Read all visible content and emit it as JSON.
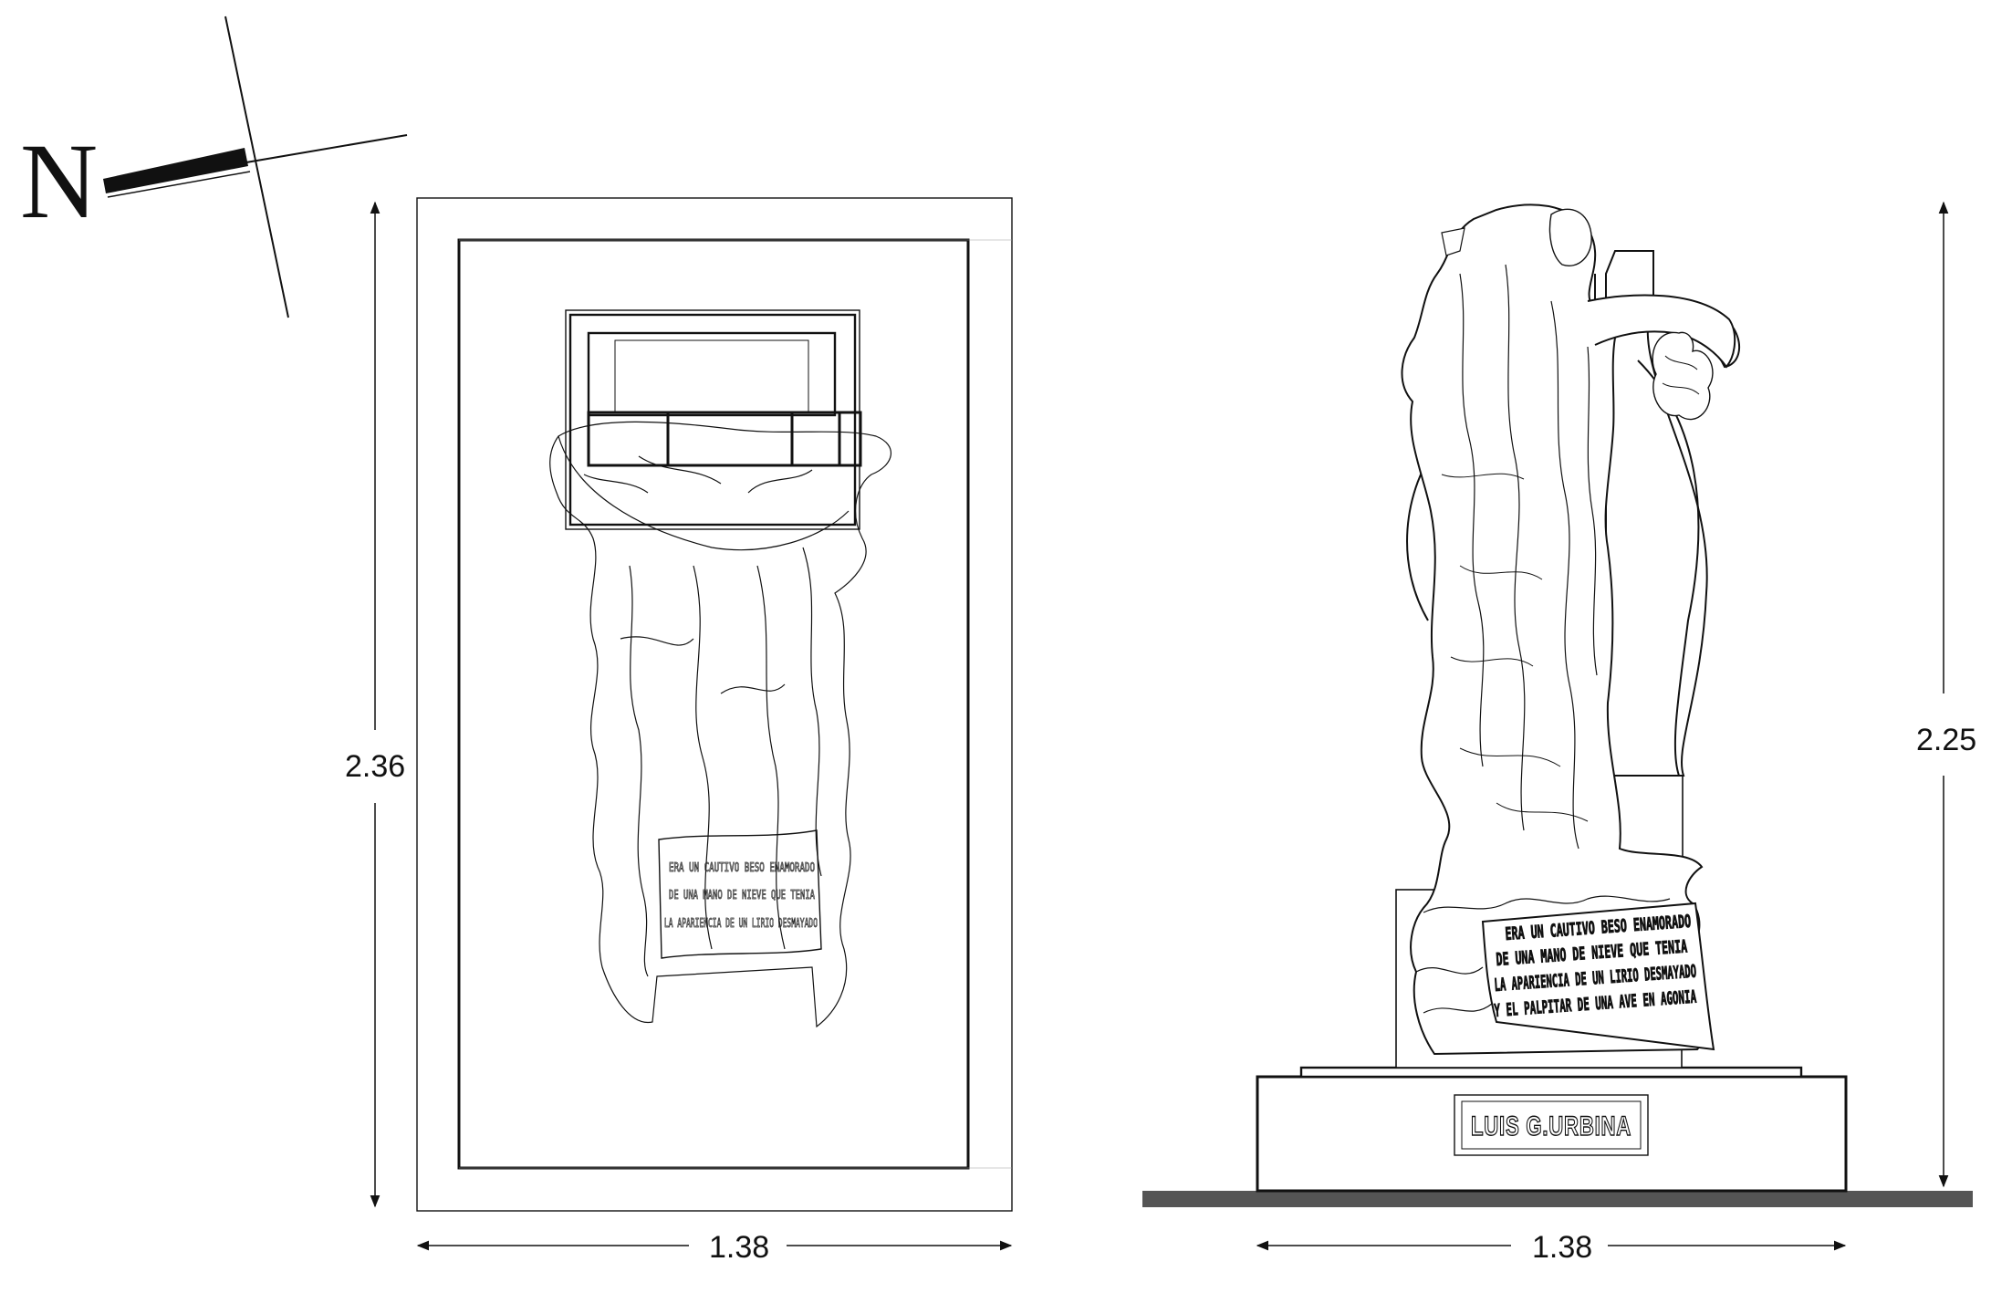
{
  "north_arrow": {
    "label": "N",
    "icon": "north-arrow-icon"
  },
  "plan_view": {
    "height_label": "2.36",
    "width_label": "1.38",
    "inscription_lines": [
      "ERA UN CAUTIVO BESO ENAMORADO",
      "DE UNA MANO DE NIEVE QUE TENIA",
      "LA APARIENCIA DE UN LIRIO DESMAYADO"
    ]
  },
  "elevation_view": {
    "height_label": "2.25",
    "width_label": "1.38",
    "inscription_lines": [
      "ERA UN CAUTIVO BESO ENAMORADO",
      "DE UNA MANO DE NIEVE QUE TENIA",
      "LA APARIENCIA DE UN LIRIO DESMAYADO",
      "Y EL PALPITAR DE UNA AVE EN AGONIA"
    ],
    "nameplate": "LUIS G.URBINA"
  },
  "colors": {
    "line": "#111111",
    "ground": "#555555",
    "background": "#ffffff"
  }
}
